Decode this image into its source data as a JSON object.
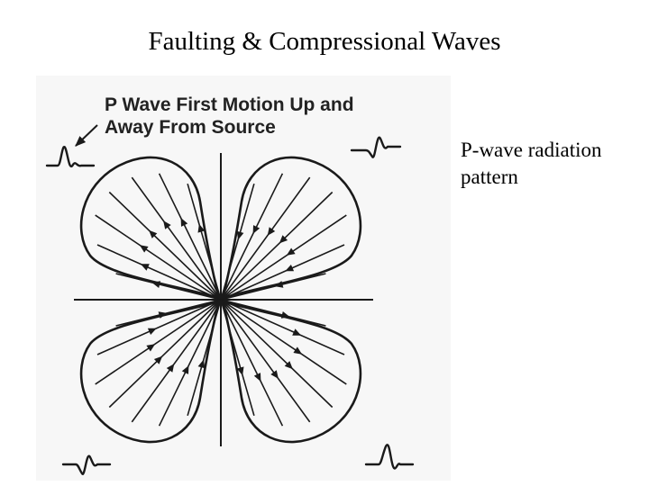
{
  "slide": {
    "title": "Faulting & Compressional Waves",
    "side_label_lines": [
      "P-wave radiation",
      "pattern"
    ]
  },
  "figure": {
    "caption_lines": [
      "P Wave First Motion Up and",
      "Away From Source"
    ],
    "quadrants": [
      {
        "position": "upper-left",
        "first_motion": "up"
      },
      {
        "position": "upper-right",
        "first_motion": "down"
      },
      {
        "position": "lower-left",
        "first_motion": "down"
      },
      {
        "position": "lower-right",
        "first_motion": "up"
      }
    ],
    "ink_color": "#1a1a1a"
  }
}
